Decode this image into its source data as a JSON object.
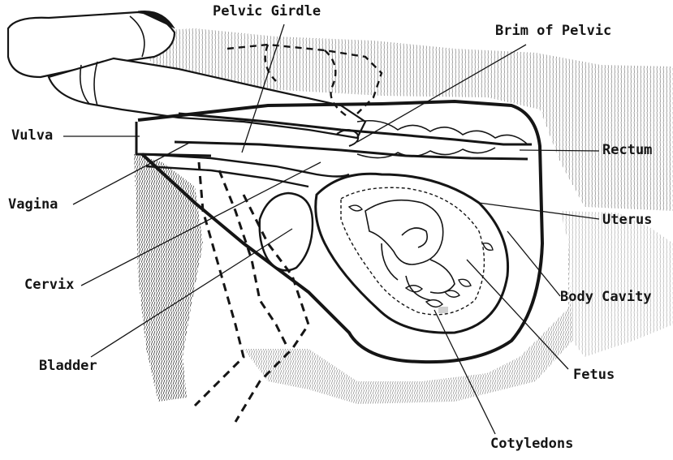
{
  "diagram": {
    "labels": {
      "pelvic_girdle": "Pelvic Girdle",
      "brim_of_pelvic": "Brim of Pelvic",
      "vulva": "Vulva",
      "rectum": "Rectum",
      "vagina": "Vagina",
      "uterus": "Uterus",
      "cervix": "Cervix",
      "body_cavity": "Body Cavity",
      "bladder": "Bladder",
      "fetus": "Fetus",
      "cotyledons": "Cotyledons"
    },
    "colors": {
      "ink": "#151515",
      "background": "#ffffff"
    }
  }
}
